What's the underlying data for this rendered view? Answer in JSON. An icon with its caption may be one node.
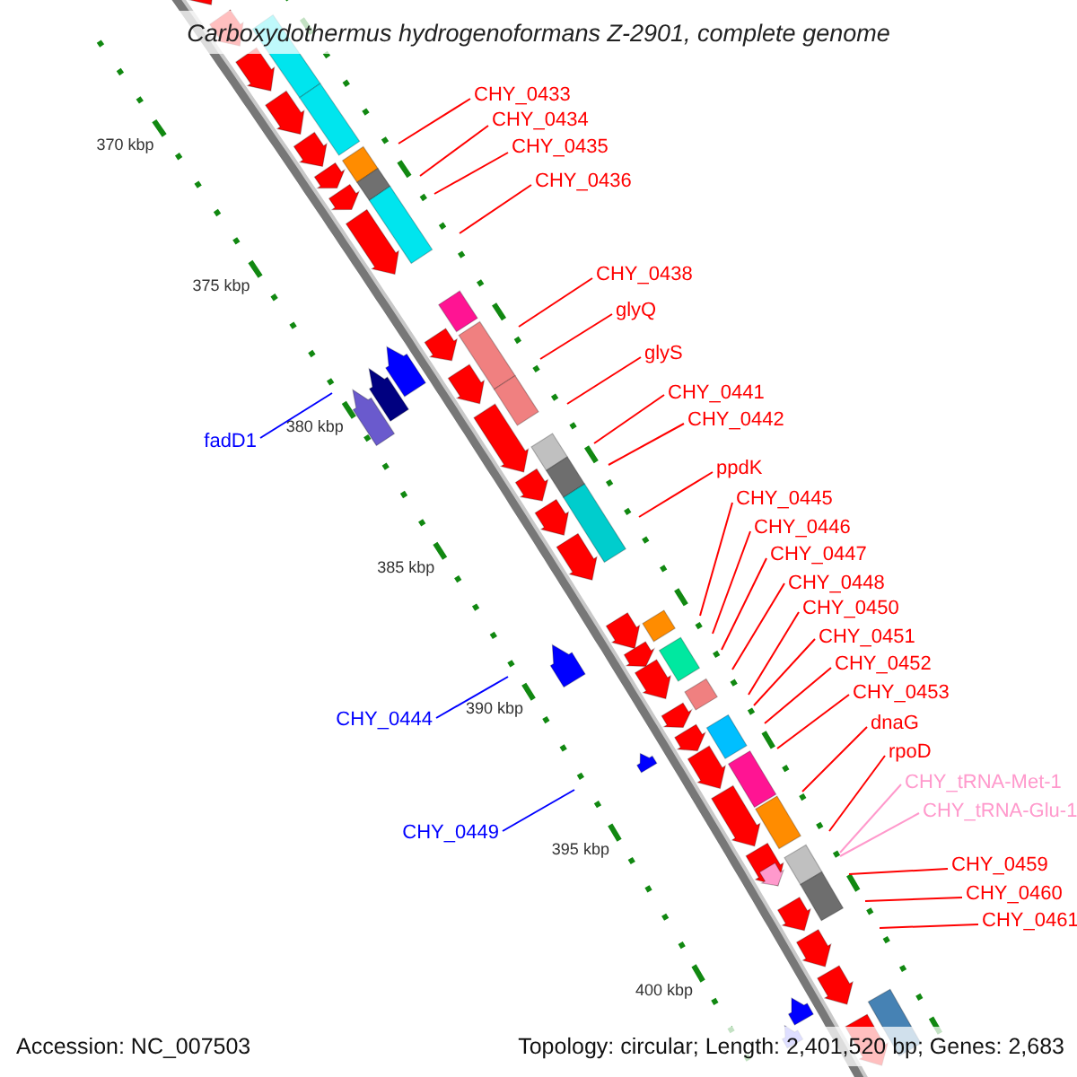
{
  "diagram": {
    "title": "Carboxydothermus hydrogenoformans Z-2901, complete genome",
    "nodes": [
      {
        "text": [
          "CHY_0433"
        ]
      },
      {
        "text": [
          "CHY_0434"
        ]
      },
      {
        "text": [
          "CHY_0435"
        ]
      },
      {
        "text": [
          "CHY_0436"
        ]
      },
      {
        "text": [
          "CHY_0438"
        ]
      },
      {
        "text": [
          "glyQ"
        ]
      },
      {
        "text": [
          "glyS"
        ]
      },
      {
        "text": [
          "CHY_0441"
        ]
      },
      {
        "text": [
          "CHY_0442"
        ]
      },
      {
        "text": [
          "fadD1"
        ]
      },
      {
        "text": [
          "ppdK"
        ]
      },
      {
        "text": [
          "CHY_0445"
        ]
      },
      {
        "text": [
          "CHY_0446"
        ]
      },
      {
        "text": [
          "CHY_0447"
        ]
      },
      {
        "text": [
          "CHY_0448"
        ]
      },
      {
        "text": [
          "CHY_0450"
        ]
      },
      {
        "text": [
          "CHY_0451"
        ]
      },
      {
        "text": [
          "CHY_0452"
        ]
      },
      {
        "text": [
          "CHY_0453"
        ]
      },
      {
        "text": [
          "CHY_0444"
        ]
      },
      {
        "text": [
          "dnaG"
        ]
      },
      {
        "text": [
          "rpoD"
        ]
      },
      {
        "text": [
          "CHY_tRNA-Met-1"
        ]
      },
      {
        "text": [
          "CHY_tRNA-Glu-1"
        ]
      },
      {
        "text": [
          "CHY_0449"
        ]
      },
      {
        "text": [
          "CHY_0459"
        ]
      },
      {
        "text": [
          "CHY_0460"
        ]
      },
      {
        "text": [
          "CHY_0461"
        ]
      }
    ],
    "edges": [
      {
        "from": 0,
        "to": null,
        "arrow": "none"
      },
      {
        "from": 1,
        "to": null,
        "arrow": "none"
      },
      {
        "from": 2,
        "to": null,
        "arrow": "none"
      },
      {
        "from": 3,
        "to": null,
        "arrow": "none"
      },
      {
        "from": 4,
        "to": null,
        "arrow": "none"
      },
      {
        "from": 5,
        "to": null,
        "arrow": "none"
      },
      {
        "from": 6,
        "to": null,
        "arrow": "none"
      },
      {
        "from": 7,
        "to": null,
        "arrow": "none"
      },
      {
        "from": 8,
        "to": null,
        "arrow": "none"
      },
      {
        "from": 9,
        "to": null,
        "arrow": "none",
        "color": "#0000ff"
      },
      {
        "from": 10,
        "to": null,
        "arrow": "none"
      },
      {
        "from": 11,
        "to": null,
        "arrow": "none"
      },
      {
        "from": 12,
        "to": null,
        "arrow": "none"
      },
      {
        "from": 13,
        "to": null,
        "arrow": "none"
      },
      {
        "from": 14,
        "to": null,
        "arrow": "none"
      },
      {
        "from": 15,
        "to": null,
        "arrow": "none"
      },
      {
        "from": 16,
        "to": null,
        "arrow": "none"
      },
      {
        "from": 17,
        "to": null,
        "arrow": "none"
      },
      {
        "from": 18,
        "to": null,
        "arrow": "none"
      },
      {
        "from": 19,
        "to": null,
        "arrow": "none",
        "color": "#0000ff"
      },
      {
        "from": 20,
        "to": null,
        "arrow": "none"
      },
      {
        "from": 21,
        "to": null,
        "arrow": "none"
      },
      {
        "from": 22,
        "to": null,
        "arrow": "none",
        "color": "#ff99cc"
      },
      {
        "from": 23,
        "to": null,
        "arrow": "none",
        "color": "#ff99cc"
      },
      {
        "from": 24,
        "to": null,
        "arrow": "none",
        "color": "#0000ff"
      },
      {
        "from": 25,
        "to": null,
        "arrow": "none"
      },
      {
        "from": 26,
        "to": null,
        "arrow": "none"
      },
      {
        "from": 27,
        "to": null,
        "arrow": "none"
      }
    ],
    "labels": [
      "370 kbp",
      "375 kbp",
      "380 kbp",
      "385 kbp",
      "390 kbp",
      "395 kbp",
      "400 kbp",
      "Accession: NC_007503",
      "Topology: circular; Length: 2,401,520 bp; Genes: 2,683"
    ]
  }
}
